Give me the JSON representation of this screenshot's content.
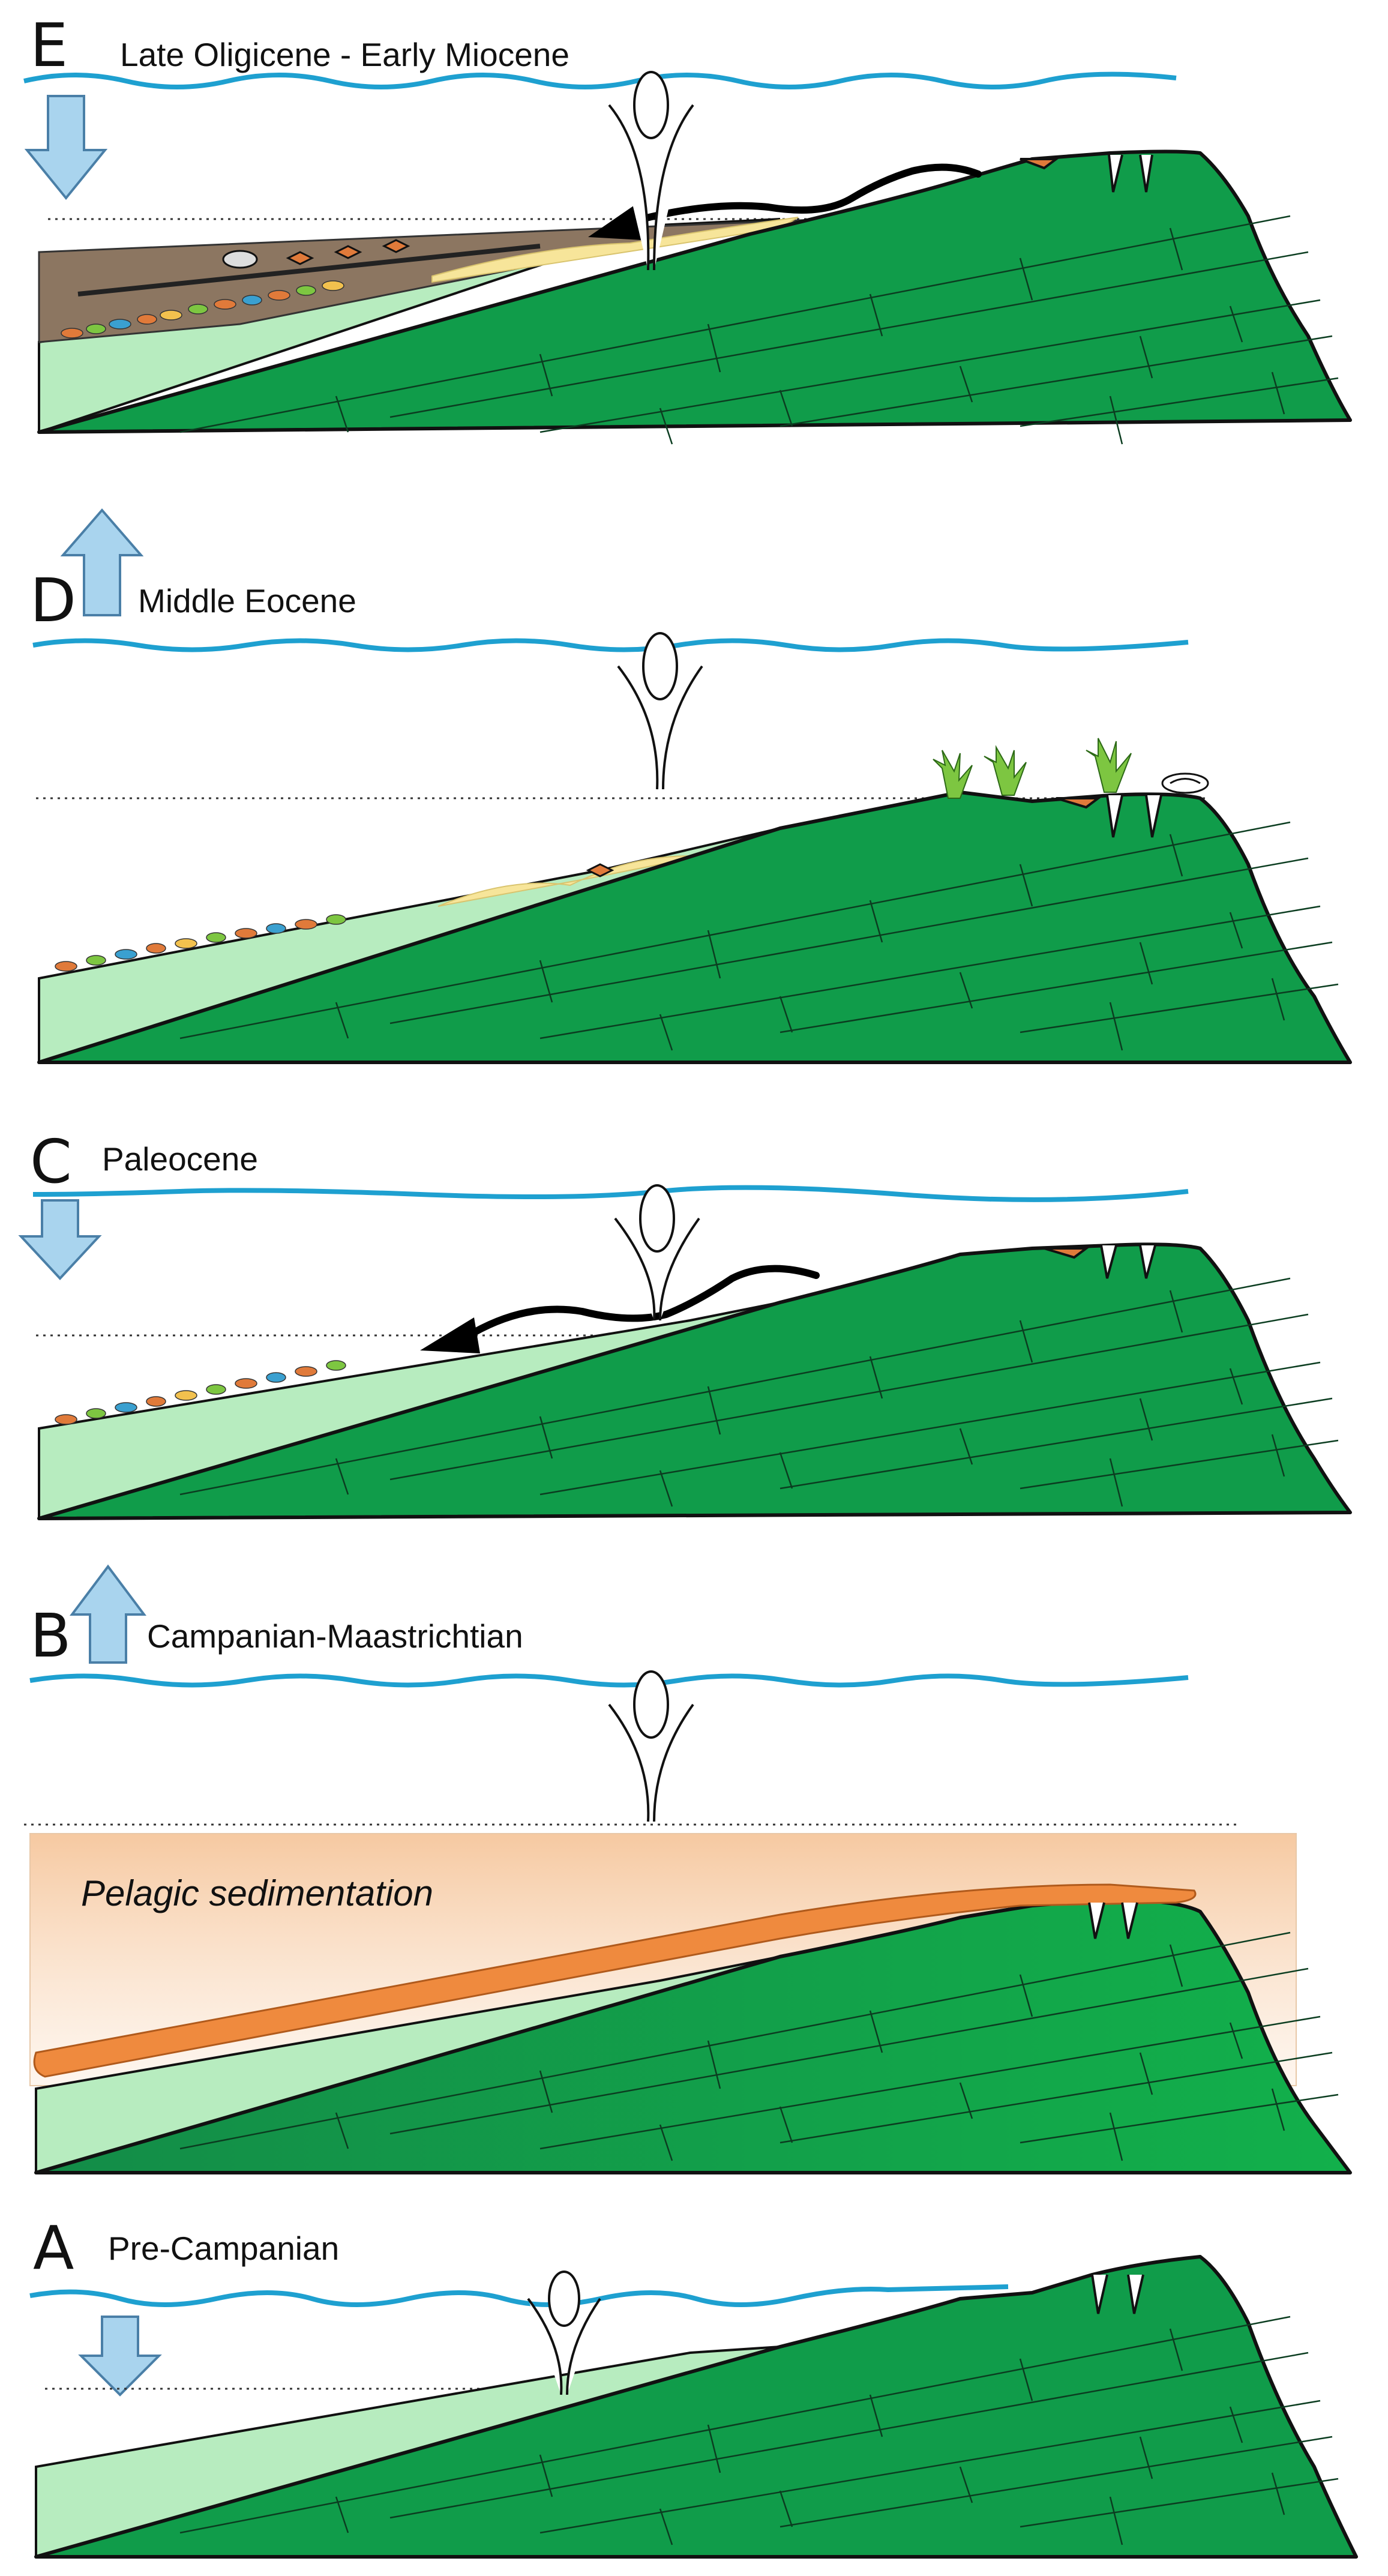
{
  "panels": [
    {
      "letter": "E",
      "title": "Late Oligicene - Early Miocene",
      "sea_level_change": "fall",
      "arrow_icon": "arrow-down-icon"
    },
    {
      "letter": "D",
      "title": "Middle Eocene",
      "sea_level_change": "rise",
      "arrow_icon": "arrow-up-icon"
    },
    {
      "letter": "C",
      "title": "Paleocene",
      "sea_level_change": "fall",
      "arrow_icon": "arrow-down-icon"
    },
    {
      "letter": "B",
      "title": "Campanian-Maastrichtian",
      "sea_level_change": "rise",
      "arrow_icon": "arrow-up-icon",
      "annotation": "Pelagic sedimentation"
    },
    {
      "letter": "A",
      "title": "Pre-Campanian",
      "sea_level_change": "fall",
      "arrow_icon": "arrow-down-icon"
    }
  ],
  "colors": {
    "sea_line": "#1ea0d0",
    "platform": "#109c4a",
    "slope_wedge": "#b7ecbf",
    "karst_fill": "#e07a3a",
    "pelagic_cap": "#ef8a3e",
    "arrow": "#a9d4ee",
    "sand": "#f7e59a",
    "mud": "#8c7661"
  }
}
